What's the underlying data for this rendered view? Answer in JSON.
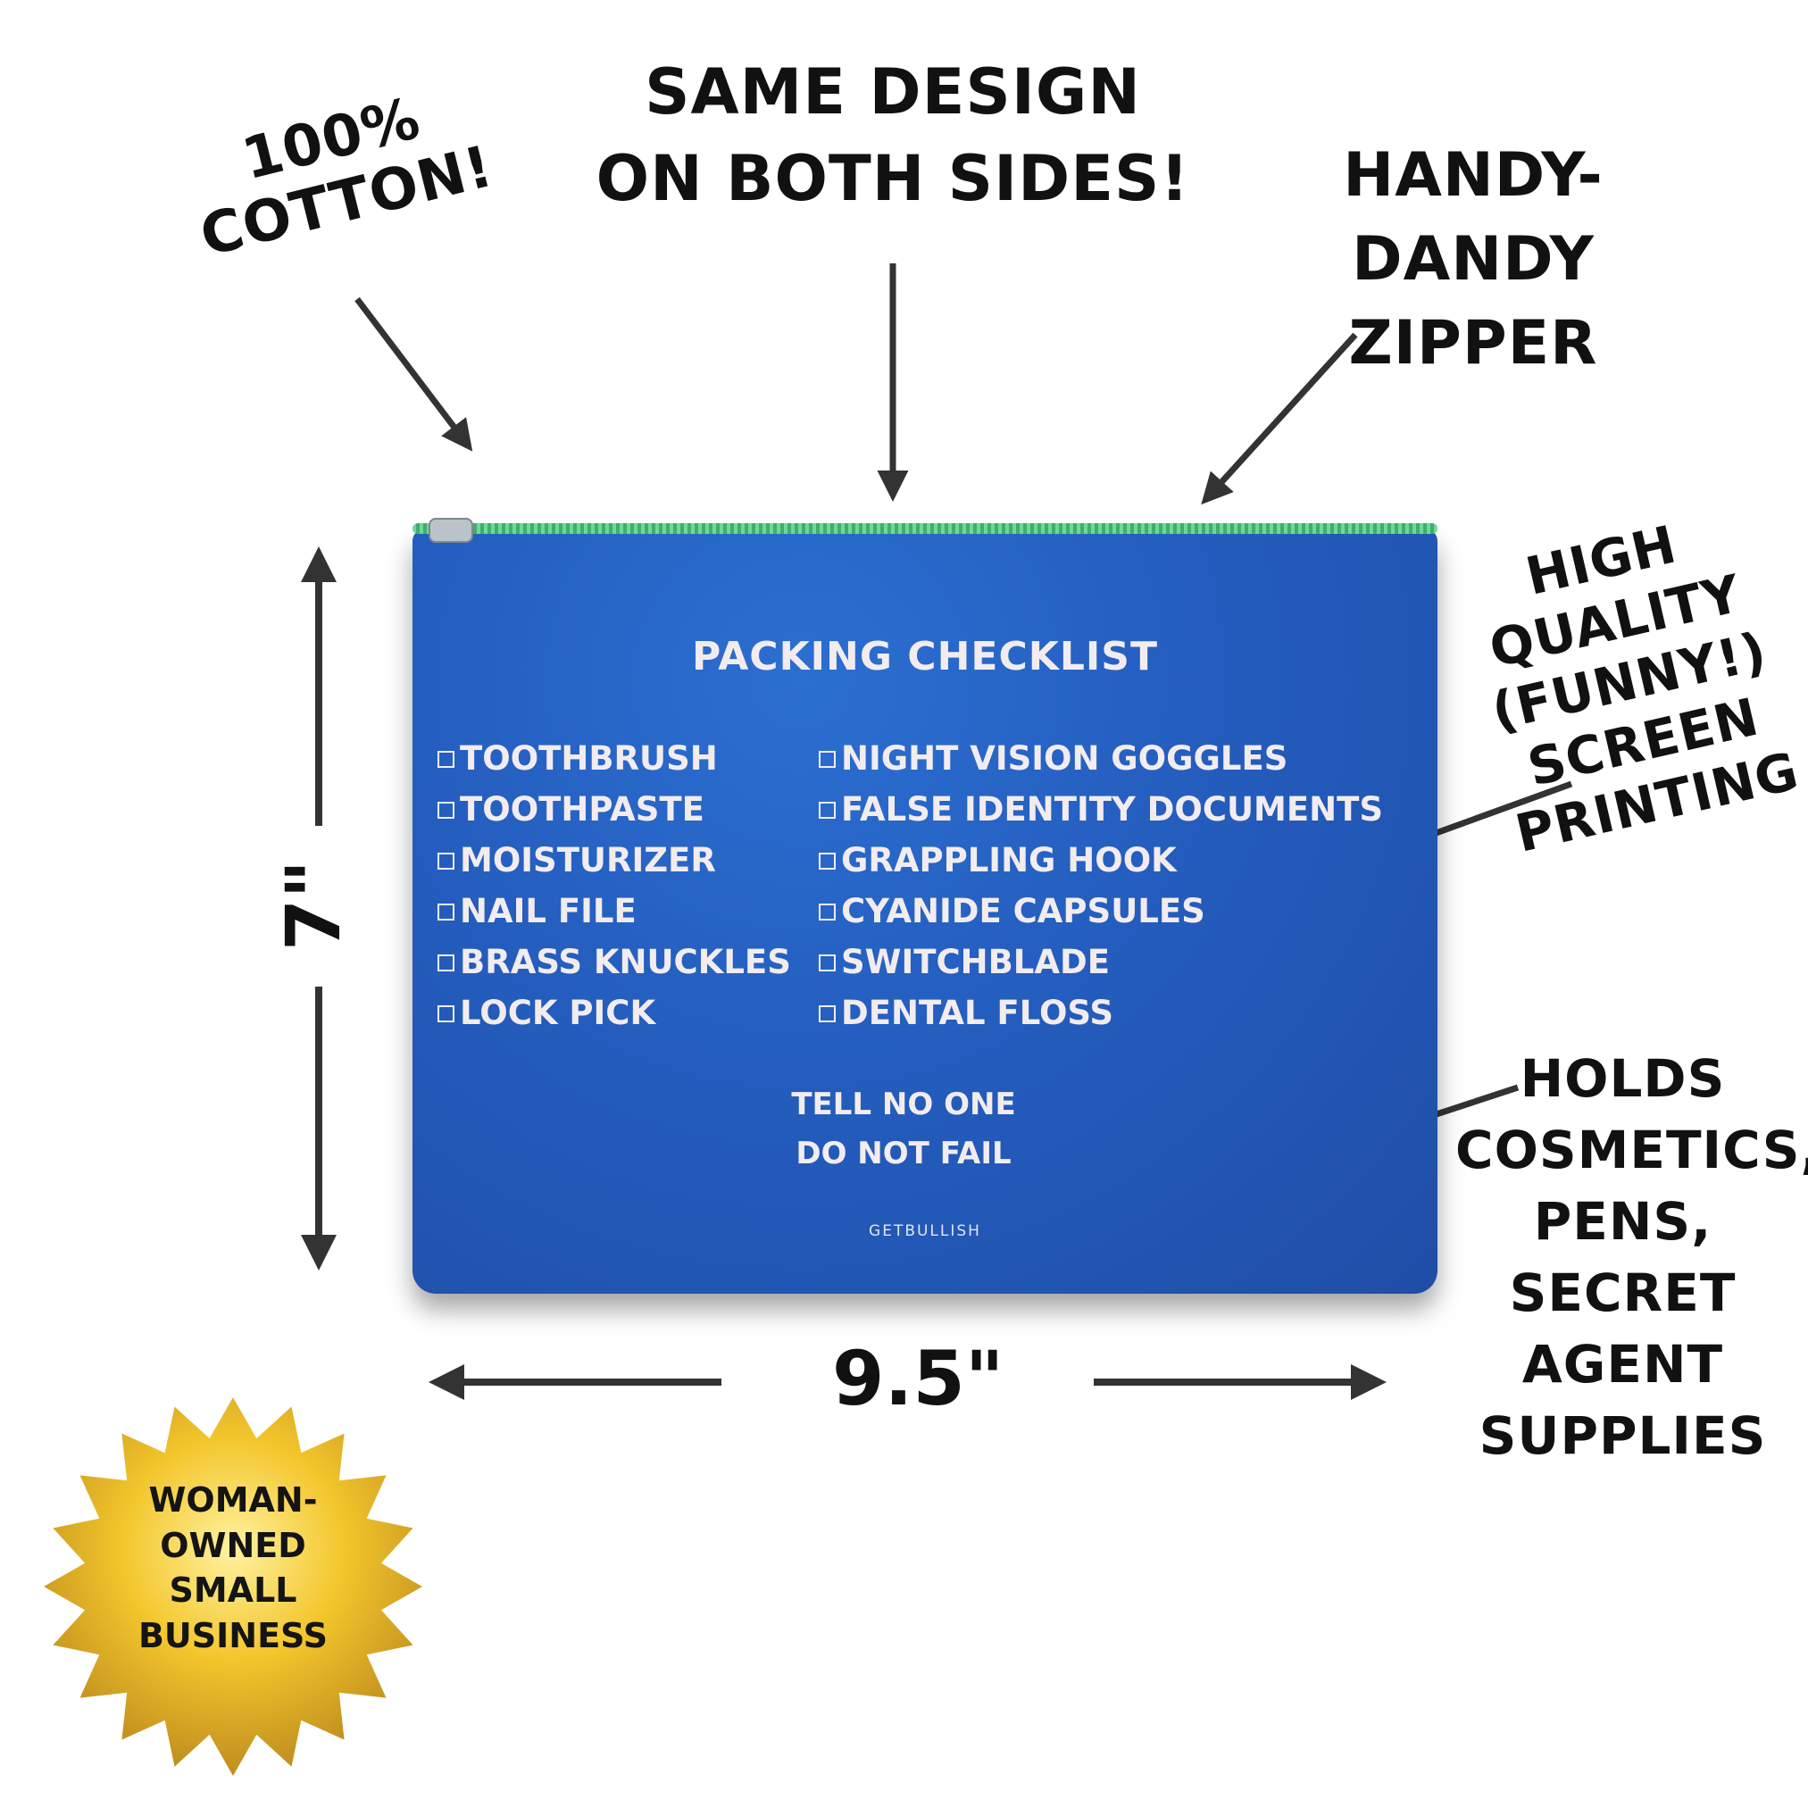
{
  "callouts": {
    "cotton": [
      "100%",
      "COTTON!"
    ],
    "same_design": [
      "SAME DESIGN",
      "ON BOTH SIDES!"
    ],
    "zipper": [
      "HANDY-",
      "DANDY",
      "ZIPPER"
    ],
    "printing": [
      "HIGH",
      "QUALITY",
      "(FUNNY!)",
      "SCREEN",
      "PRINTING"
    ],
    "holds": [
      "HOLDS",
      "COSMETICS,",
      "PENS,",
      "SECRET",
      "AGENT",
      "SUPPLIES"
    ]
  },
  "dimensions": {
    "height": "7\"",
    "width": "9.5\""
  },
  "bag": {
    "title": "PACKING CHECKLIST",
    "left_items": [
      "TOOTHBRUSH",
      "TOOTHPASTE",
      "MOISTURIZER",
      "NAIL FILE",
      "BRASS KNUCKLES",
      "LOCK PICK"
    ],
    "right_items": [
      "NIGHT VISION GOGGLES",
      "FALSE IDENTITY DOCUMENTS",
      "GRAPPLING HOOK",
      "CYANIDE CAPSULES",
      "SWITCHBLADE",
      "DENTAL FLOSS"
    ],
    "motto": [
      "TELL NO ONE",
      "DO NOT FAIL"
    ],
    "brand": "GETBULLISH"
  },
  "badge": [
    "WOMAN-",
    "OWNED",
    "SMALL",
    "BUSINESS"
  ],
  "colors": {
    "bag_blue": "#245dbe",
    "zipper_green": "#57c985",
    "print_white": "#f3ecef",
    "badge_gold": "#f0c22e",
    "ink": "#111111"
  }
}
